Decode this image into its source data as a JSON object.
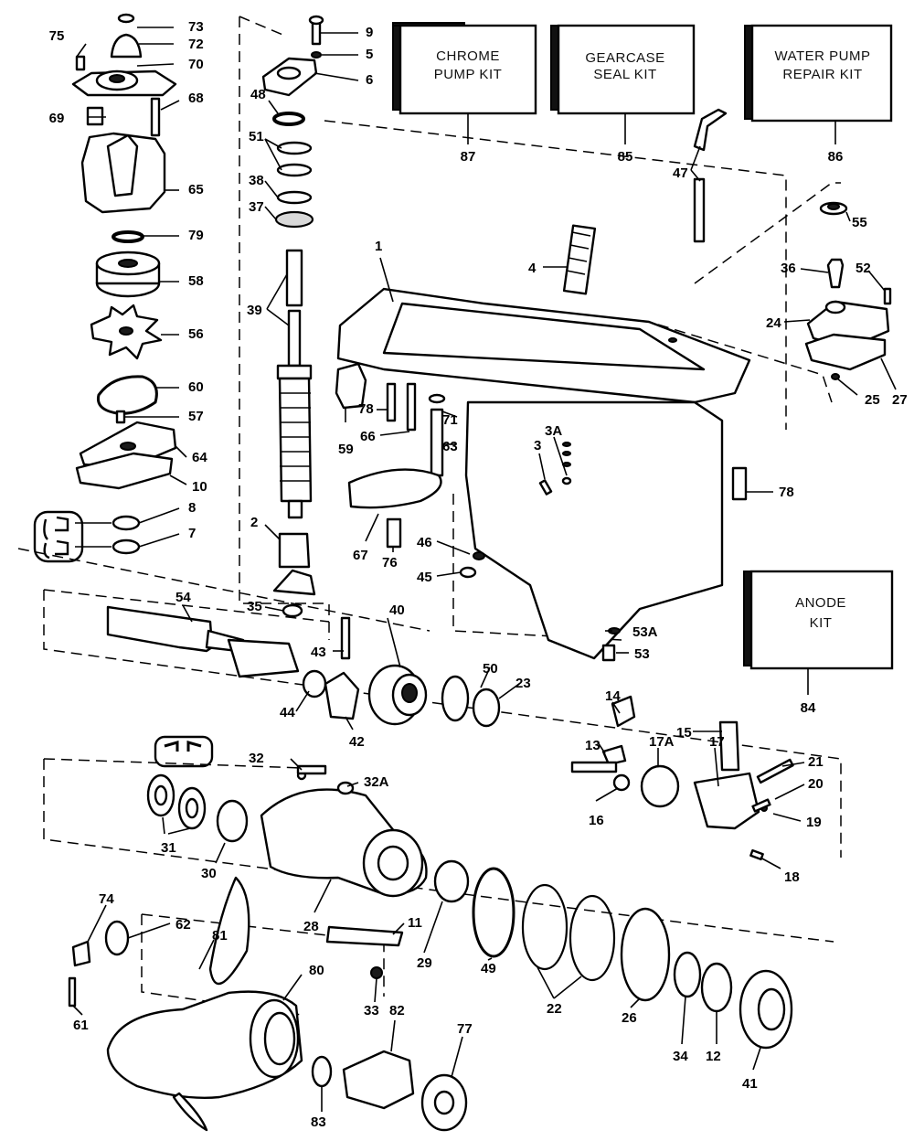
{
  "kits": [
    {
      "id": "chrome-pump-kit",
      "line1": "CHROME",
      "line2": "PUMP KIT",
      "number": "87"
    },
    {
      "id": "gearcase-seal-kit",
      "line1": "GEARCASE",
      "line2": "SEAL KIT",
      "number": "85"
    },
    {
      "id": "water-pump-repair-kit",
      "line1": "WATER PUMP",
      "line2": "REPAIR KIT",
      "number": "86"
    },
    {
      "id": "anode-kit",
      "line1": "ANODE",
      "line2": "KIT",
      "number": "84"
    }
  ],
  "callouts": [
    "75",
    "73",
    "72",
    "70",
    "69",
    "68",
    "65",
    "79",
    "58",
    "56",
    "60",
    "57",
    "64",
    "10",
    "8",
    "7",
    "9",
    "5",
    "6",
    "48",
    "51",
    "38",
    "37",
    "39",
    "2",
    "35",
    "1",
    "4",
    "59",
    "78",
    "66",
    "71",
    "63",
    "3",
    "3A",
    "78",
    "67",
    "76",
    "46",
    "45",
    "47",
    "55",
    "36",
    "52",
    "24",
    "25",
    "27",
    "54",
    "43",
    "40",
    "44",
    "42",
    "50",
    "23",
    "53A",
    "53",
    "14",
    "13",
    "15",
    "17A",
    "17",
    "21",
    "20",
    "19",
    "16",
    "18",
    "32",
    "32A",
    "31",
    "30",
    "28",
    "11",
    "29",
    "49",
    "22",
    "26",
    "34",
    "12",
    "41",
    "74",
    "62",
    "81",
    "80",
    "61",
    "33",
    "82",
    "77",
    "83"
  ]
}
